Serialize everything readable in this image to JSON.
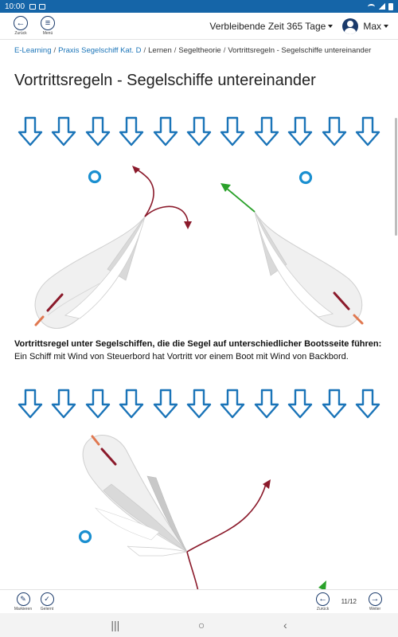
{
  "status": {
    "time": "10:00"
  },
  "header": {
    "back_label": "Zurück",
    "menu_label": "Menü",
    "remaining_time": "Verbleibende Zeit 365 Tage",
    "user_name": "Max"
  },
  "breadcrumb": {
    "items": [
      "E-Learning",
      "Praxis Segelschiff Kat. D",
      "Lernen",
      "Segeltheorie",
      "Vortrittsregeln - Segelschiffe untereinander"
    ],
    "separator": "/"
  },
  "page": {
    "title": "Vortrittsregeln - Segelschiffe untereinander"
  },
  "content": {
    "rule_heading": "Vortrittsregel unter Segelschiffen, die die Segel auf unterschiedlicher Bootsseite führen:",
    "rule_body": " Ein Schiff mit Wind von Steuerbord hat Vortritt vor einem Boot mit Wind von Backbord.",
    "wind_arrow_count": 11,
    "colors": {
      "wind_arrow": "#1a74b8",
      "course_arrow": "#8b1a2b",
      "priority_arrow": "#2aa12a",
      "buoy": "#1a8fd0"
    }
  },
  "footer": {
    "mark_label": "Markieren",
    "learned_label": "Gelernt",
    "prev_label": "Zurück",
    "next_label": "Weiter",
    "page_counter": "11/12"
  },
  "system_nav": {
    "recents": "|||",
    "home": "○",
    "back": "‹"
  }
}
